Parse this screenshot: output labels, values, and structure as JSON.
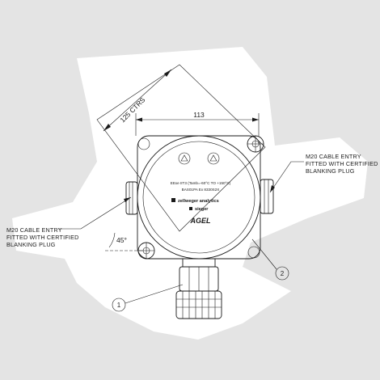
{
  "dimensions": {
    "width": "113",
    "centres": "125 CTRS",
    "angle": "45°"
  },
  "notes": {
    "right": [
      "M20 CABLE ENTRY",
      "FITTED WITH CERTIFIED",
      "BLANKING PLUG"
    ],
    "left": [
      "M20 CABLE ENTRY",
      "FITTED WITH CERTIFIED",
      "BLANKING PLUG"
    ]
  },
  "label": {
    "marking_line1": "EExe IIT3 (Tamb=-60°C TO +150°C)",
    "marking_line2": "BAS01PA Ex 8330S2X",
    "brand_main": "zellweger analytics",
    "brand_sub": "sieger",
    "logo": "AGEL"
  },
  "callouts": [
    "1",
    "2"
  ],
  "colors": {
    "background": "#e4e4e4",
    "paper": "#ffffff",
    "ink": "#1a1a1a"
  }
}
